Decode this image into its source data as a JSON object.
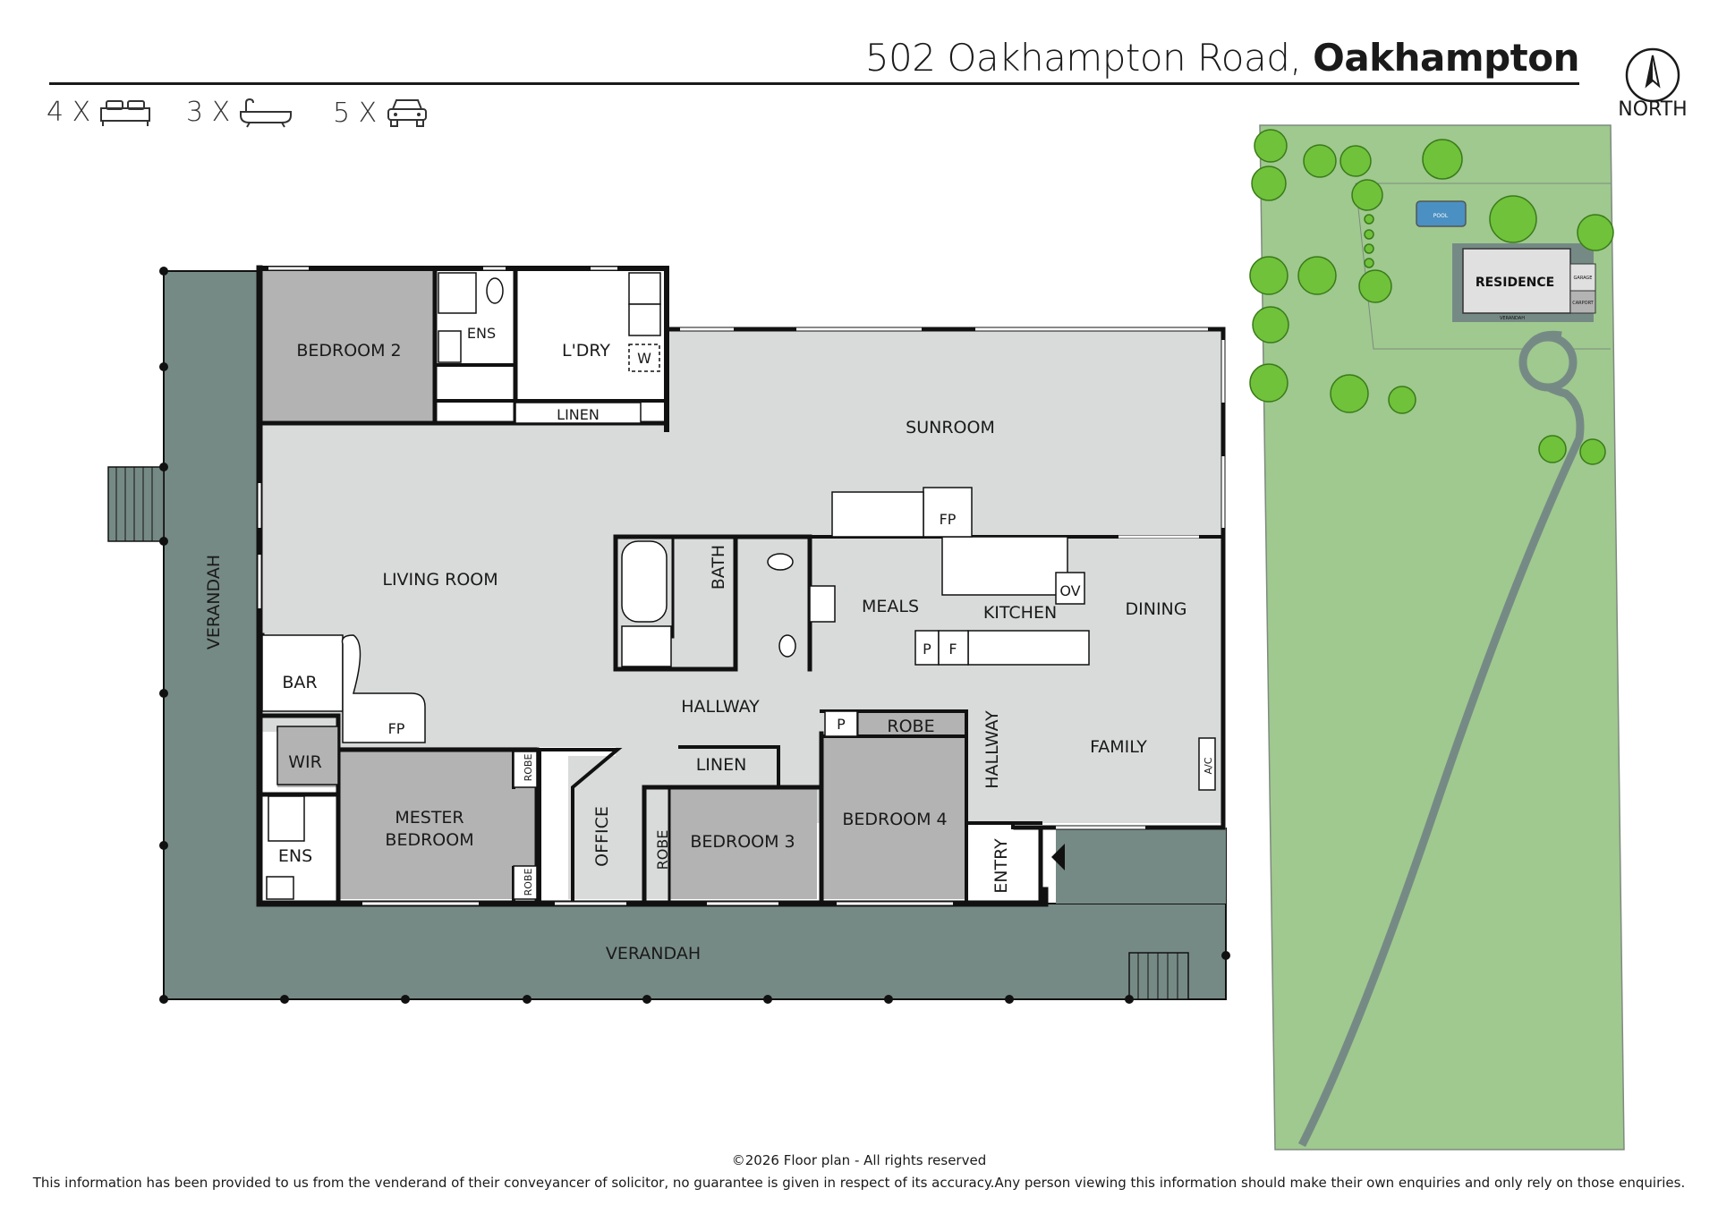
{
  "header": {
    "address": "502 Oakhampton Road,",
    "suburb": "Oakhampton"
  },
  "features": [
    {
      "count": "4 X",
      "icon": "bed-icon"
    },
    {
      "count": "3 X",
      "icon": "bathtub-icon"
    },
    {
      "count": "5 X",
      "icon": "car-icon"
    }
  ],
  "compass": {
    "label": "NORTH"
  },
  "rooms": {
    "bedroom2": "BEDROOM 2",
    "ens_top": "ENS",
    "laundry": "L'DRY",
    "washer": "W",
    "linen_top": "LINEN",
    "sunroom": "SUNROOM",
    "fp_sunroom": "FP",
    "living": "LIVING ROOM",
    "bath": "BATH",
    "meals": "MEALS",
    "kitchen": "KITCHEN",
    "oven": "OV",
    "dining": "DINING",
    "pantry_kitchen": "P",
    "fridge": "F",
    "bar": "BAR",
    "fp_living": "FP",
    "hallway": "HALLWAY",
    "hallway_vertical": "HALLWAY",
    "wir": "WIR",
    "master_line1": "MESTER",
    "master_line2": "BEDROOM",
    "robe_small1": "ROBE",
    "robe_small2": "ROBE",
    "ens_bottom": "ENS",
    "office": "OFFICE",
    "robe_bed3": "ROBE",
    "linen_hall": "LINEN",
    "bedroom3": "BEDROOM 3",
    "pantry_hall": "P",
    "robe_bed4": "ROBE",
    "bedroom4": "BEDROOM 4",
    "family": "FAMILY",
    "ac": "A/C",
    "entry": "ENTRY",
    "verandah_left": "VERANDAH",
    "verandah_bottom": "VERANDAH"
  },
  "site": {
    "residence": "RESIDENCE",
    "pool": "POOL",
    "garage": "GARAGE",
    "carport": "CARPORT",
    "verandah": "VERANDAH"
  },
  "footer": {
    "copyright": "©2026 Floor plan  - All rights reserved",
    "disclaimer": "This information has been provided to us from the venderand of their conveyancer of solicitor, no guarantee is given in respect of its accuracy.Any person viewing this information should make their own enquiries and only rely on those enquiries."
  },
  "colors": {
    "verandah": "#768a85",
    "room_dark": "#b3b3b3",
    "room_light": "#d9dbdb",
    "wall": "#111111",
    "lawn": "#9fc98f",
    "tree": "#6fc23a"
  }
}
